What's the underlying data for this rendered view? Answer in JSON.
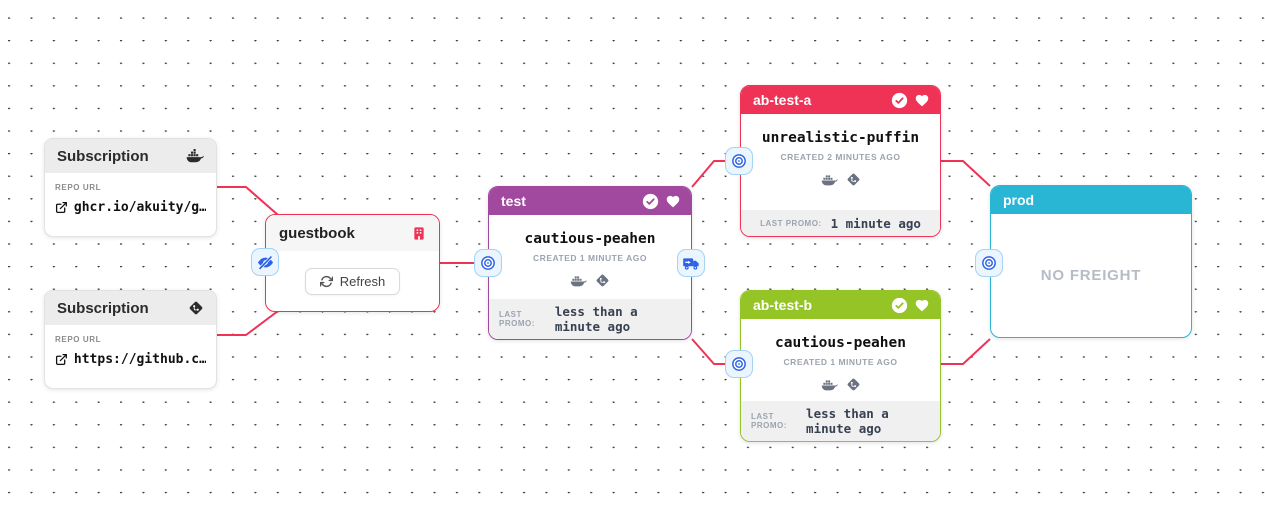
{
  "colors": {
    "edge": "#ee3357",
    "connector_blue": "#2f63e6",
    "connector_bg": "#eaf5fe",
    "connector_border": "#a3d3f5",
    "stage_test": "#a1499e",
    "stage_ab_test_a": "#ee3357",
    "stage_ab_test_b": "#95c426",
    "stage_prod": "#29b6d4"
  },
  "subscriptions": [
    {
      "title": "Subscription",
      "type_icon": "docker-icon",
      "repo_label": "REPO URL",
      "repo_url": "ghcr.io/akuity/g…"
    },
    {
      "title": "Subscription",
      "type_icon": "git-icon",
      "repo_label": "REPO URL",
      "repo_url": "https://github.c…"
    }
  ],
  "warehouse": {
    "title": "guestbook",
    "type_icon": "building-icon",
    "refresh_label": "Refresh",
    "hide_icon": "eye-slash-icon"
  },
  "ports": {
    "left_icon": "bullseye-target-icon",
    "promote_icon": "truck-promote-icon"
  },
  "stages": [
    {
      "name": "test",
      "color": "#a1499e",
      "freight": "cautious-peahen",
      "created": "CREATED 1 MINUTE AGO",
      "artifact_icons": [
        "docker-icon",
        "git-icon"
      ],
      "status_icons": [
        "verified-check-icon",
        "favorite-heart-icon"
      ],
      "last_promo_label": "LAST PROMO:",
      "last_promo": "less than a minute ago"
    },
    {
      "name": "ab-test-a",
      "color": "#ee3357",
      "freight": "unrealistic-puffin",
      "created": "CREATED 2 MINUTES AGO",
      "artifact_icons": [
        "docker-icon",
        "git-icon"
      ],
      "status_icons": [
        "verified-check-icon",
        "favorite-heart-icon"
      ],
      "last_promo_label": "LAST PROMO:",
      "last_promo": "1 minute ago"
    },
    {
      "name": "ab-test-b",
      "color": "#95c426",
      "freight": "cautious-peahen",
      "created": "CREATED 1 MINUTE AGO",
      "artifact_icons": [
        "docker-icon",
        "git-icon"
      ],
      "status_icons": [
        "verified-check-icon",
        "favorite-heart-icon"
      ],
      "last_promo_label": "LAST PROMO:",
      "last_promo": "less than a minute ago"
    },
    {
      "name": "prod",
      "color": "#29b6d4",
      "empty_label": "NO FREIGHT"
    }
  ]
}
